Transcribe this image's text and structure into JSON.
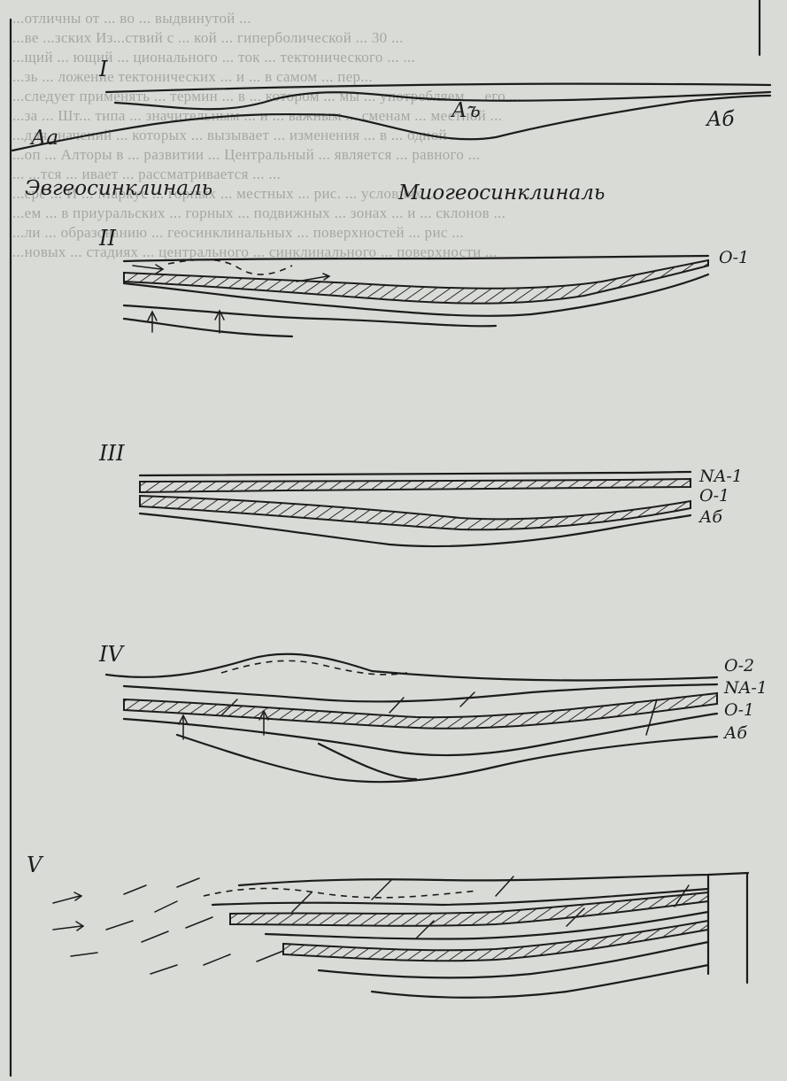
{
  "sections": [
    {
      "numeral": "I",
      "labels": {
        "left": "Аа",
        "center": "Аъ",
        "right": "Аб"
      },
      "zones": {
        "left": "Эвгеосинклиналь",
        "right": "Миогеосинклиналь"
      }
    },
    {
      "numeral": "II",
      "labels": [
        "О-1"
      ]
    },
    {
      "numeral": "III",
      "labels": [
        "NA-1",
        "О-1",
        "Аб"
      ]
    },
    {
      "numeral": "IV",
      "labels": [
        "О-2",
        "NA-1",
        "О-1",
        "Аб"
      ]
    },
    {
      "numeral": "V",
      "labels": []
    }
  ],
  "background_text": {
    "lines": [
      "...отличны от ... во ... выдвинутой ...",
      "...ве ...зских Из...ствий с ... кой ... гиперболической ... 30 ...",
      "...щий ... ющий ... ционального ... ток ... тектонического ... ...",
      "...зь ... ложение тектонических ... и ... в самом ... пер...",
      "...следует применять ... термин ... в ... котором ... мы ... употребляем ... его ...",
      "...за ... Шт... типа ... значительным ... и ... важным ... сменам ... местной ...",
      "...для значений ... которых ... вызывает ... изменения ... в ... одной ...",
      "...оп ... Алторы в ... развитии ... Центральный ... является ... равного ...",
      "... ...тся ... ивает ... рассматривается ... ...",
      "...ере ... И ... Маркус ... горных ... местных ... рис. ... условиях ...",
      "...ем ... в приуральских ... горных ... подвижных ... зонах ... и ... склонов ...",
      "...ли ... образованию ... геосинклинальных ... поверхностей ... рис ...",
      "...новых ... стадиях ... центрального ... синклинального ... поверхности ..."
    ]
  }
}
